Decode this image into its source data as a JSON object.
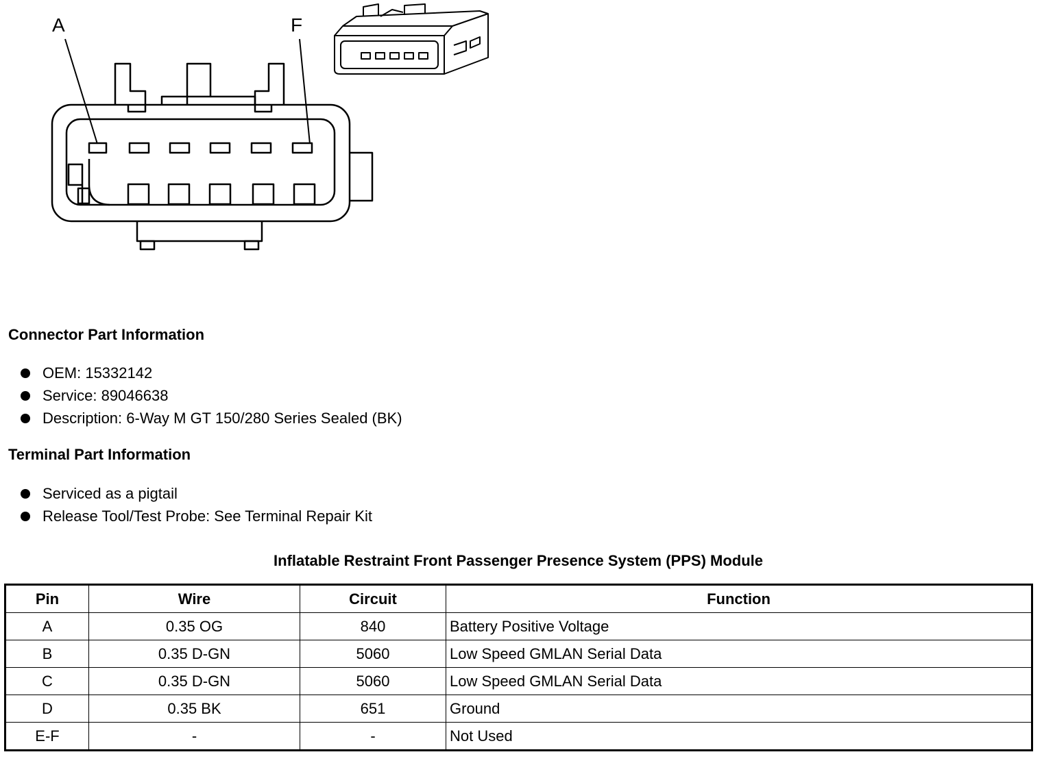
{
  "diagram": {
    "label_a": "A",
    "label_f": "F"
  },
  "connector_info": {
    "heading": "Connector Part Information",
    "items": [
      "OEM: 15332142",
      "Service: 89046638",
      "Description: 6-Way M GT 150/280 Series Sealed (BK)"
    ]
  },
  "terminal_info": {
    "heading": "Terminal Part Information",
    "items": [
      "Serviced as a pigtail",
      "Release Tool/Test Probe: See Terminal Repair Kit"
    ]
  },
  "table": {
    "title": "Inflatable Restraint Front Passenger Presence System (PPS) Module",
    "headers": [
      "Pin",
      "Wire",
      "Circuit",
      "Function"
    ],
    "rows": [
      [
        "A",
        "0.35 OG",
        "840",
        "Battery Positive Voltage"
      ],
      [
        "B",
        "0.35 D-GN",
        "5060",
        "Low Speed GMLAN Serial Data"
      ],
      [
        "C",
        "0.35 D-GN",
        "5060",
        "Low Speed GMLAN Serial Data"
      ],
      [
        "D",
        "0.35 BK",
        "651",
        "Ground"
      ],
      [
        "E-F",
        "-",
        "-",
        "Not Used"
      ]
    ]
  }
}
